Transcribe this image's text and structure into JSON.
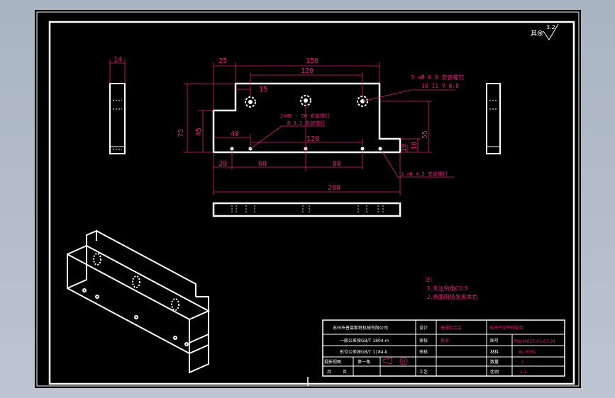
{
  "roughness": {
    "label": "其余",
    "value": "3.2"
  },
  "dims": {
    "d14": "14",
    "d25": "25",
    "d150": "150",
    "d120top": "120",
    "d15": "15",
    "d75": "75",
    "d45": "45",
    "d40": "40",
    "d120mid": "120",
    "d55": "55",
    "d10a": "10",
    "d10b": "10",
    "d20": "20",
    "d60": "60",
    "d80": "80",
    "d200": "200"
  },
  "callouts": {
    "c1a": "3 ×Ø 6.8 安装螺钉",
    "c1b": "10 11 ∇ 6.8",
    "c2a": "2×M6 - 6H 安装螺钉",
    "c2b": "Ø 3.3 安装螺钉",
    "c3": "3 ×Ø 4.5 安装螺钉"
  },
  "notes": {
    "title": "注:",
    "n1": "1.未注倒角C0.5",
    "n2": "2.表面阳极发黑本色"
  },
  "title_block": {
    "company": "苏州市普莱斯特机械有限公司",
    "std1": "一般公差按GB/T 1804-m",
    "std2": "形位公差按GB/T 1184-k",
    "r1c1": "设计",
    "r1c2": "普通铝合金",
    "r1c3": "电子产品平移部组",
    "r2c1": "审核",
    "r2c2": "批准",
    "r2c3": "图号",
    "drawing_no": "PSV-M027-01-07-21",
    "r3a": "投影视图",
    "r3b": "第一角",
    "r3c": "审核",
    "r3d": "材料",
    "material": "AL 6061",
    "r4a": "共",
    "r4b": "页",
    "r4c": "工艺",
    "r4d": "比例",
    "scale_ratio": "1:1",
    "qty_label": "数量",
    "qty": "1"
  },
  "colors": {
    "line": "#ffffff",
    "dim": "#e0207a",
    "paper": "#000000"
  }
}
